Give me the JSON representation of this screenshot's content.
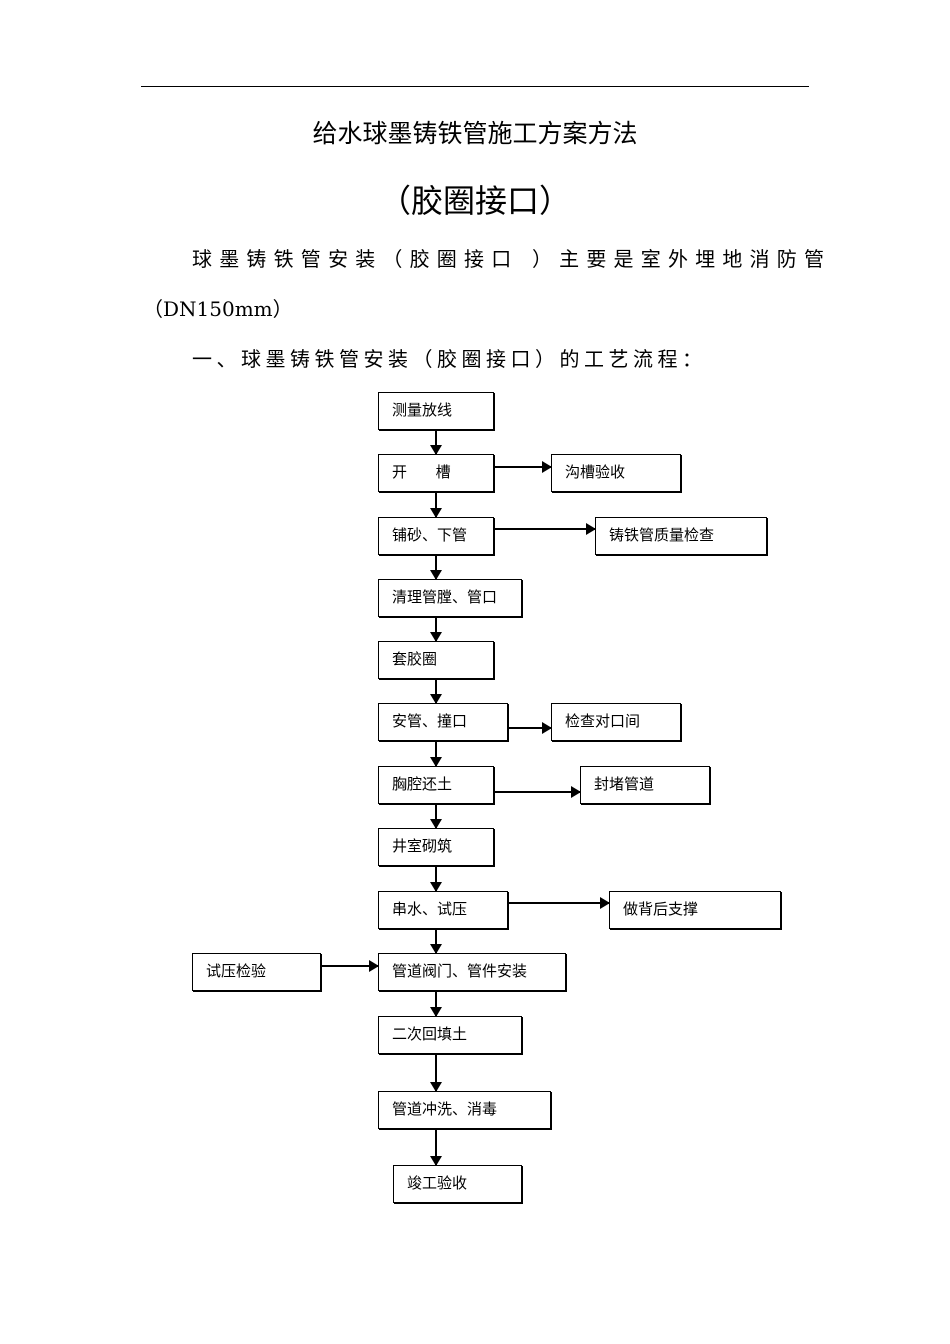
{
  "title": "给水球墨铸铁管施工方案方法",
  "subtitle": "（胶圈接口）",
  "intro_line1": "球墨铸铁管安装（胶圈接口 ）主要是室外埋地消防管",
  "intro_line2": "（DN150mm）",
  "section1_heading": "一、球墨铸铁管安装（胶圈接口）的工艺流程：",
  "flow": {
    "main": [
      "测量放线",
      "开      槽",
      "铺砂、下管",
      "清理管膛、管口",
      "套胶圈",
      "安管、撞口",
      "胸腔还土",
      "井室砌筑",
      "串水、试压",
      "管道阀门、管件安装",
      "二次回填土",
      "管道冲洗、消毒",
      "竣工验收"
    ],
    "side": {
      "trench_check": "沟槽验收",
      "pipe_quality": "铸铁管质量检查",
      "joint_gap": "检查对口间",
      "seal_pipe": "封堵管道",
      "back_support": "做背后支撑",
      "pressure_test_check": "试压检验"
    }
  }
}
